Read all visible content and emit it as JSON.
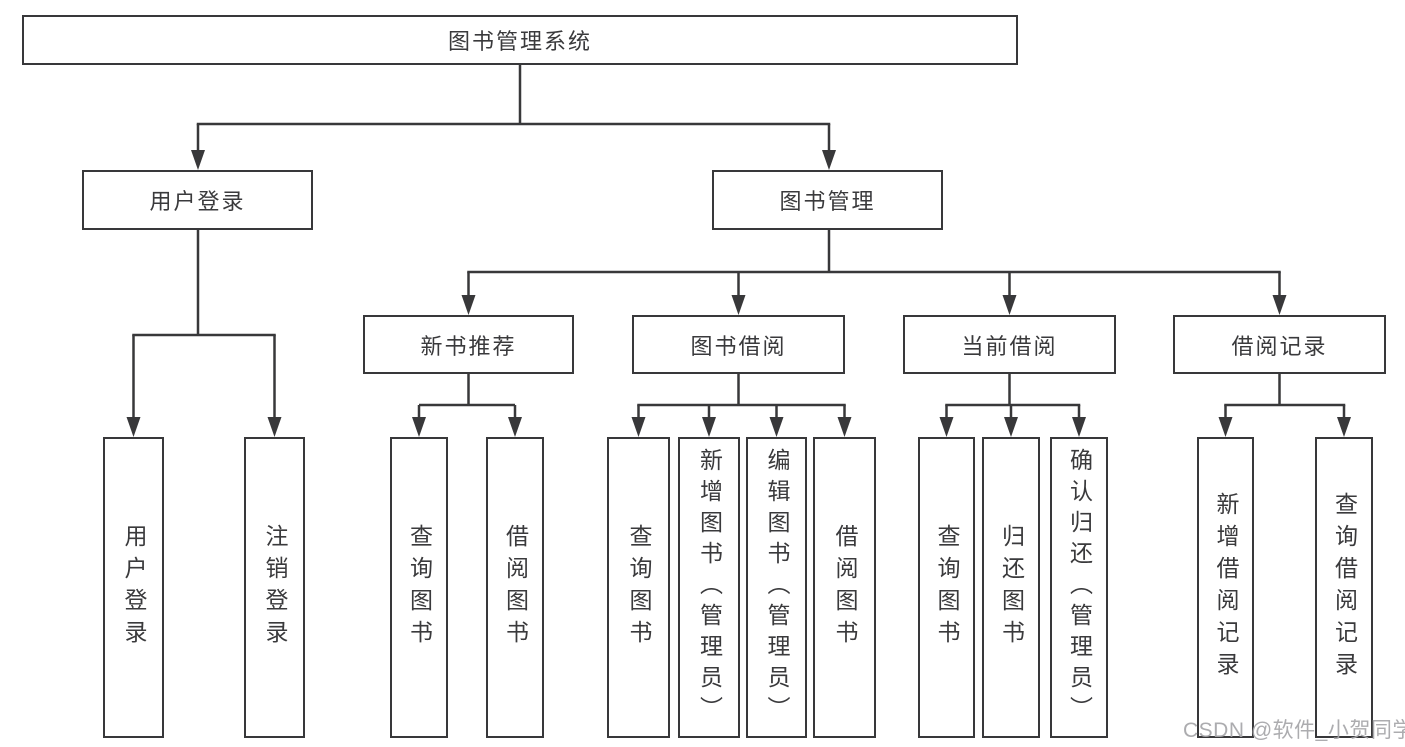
{
  "root": {
    "label": "图书管理系统"
  },
  "branches": {
    "user_login": {
      "label": "用户登录",
      "children": [
        {
          "label": "用户登录"
        },
        {
          "label": "注销登录"
        }
      ]
    },
    "book_management": {
      "label": "图书管理",
      "children": [
        {
          "label": "新书推荐",
          "children": [
            {
              "label": "查询图书"
            },
            {
              "label": "借阅图书"
            }
          ]
        },
        {
          "label": "图书借阅",
          "children": [
            {
              "label": "查询图书"
            },
            {
              "label": "新增图书（管理员）"
            },
            {
              "label": "编辑图书（管理员）"
            },
            {
              "label": "借阅图书"
            }
          ]
        },
        {
          "label": "当前借阅",
          "children": [
            {
              "label": "查询图书"
            },
            {
              "label": "归还图书"
            },
            {
              "label": "确认归还（管理员）"
            }
          ]
        },
        {
          "label": "借阅记录",
          "children": [
            {
              "label": "新增借阅记录"
            },
            {
              "label": "查询借阅记录"
            }
          ]
        }
      ]
    }
  },
  "watermark": {
    "text": "CSDN @软件_小贺同学"
  },
  "colors": {
    "line": "#38383a",
    "text": "#3a3a3c",
    "background": "#ffffff",
    "watermark": "#a5a5a8"
  }
}
